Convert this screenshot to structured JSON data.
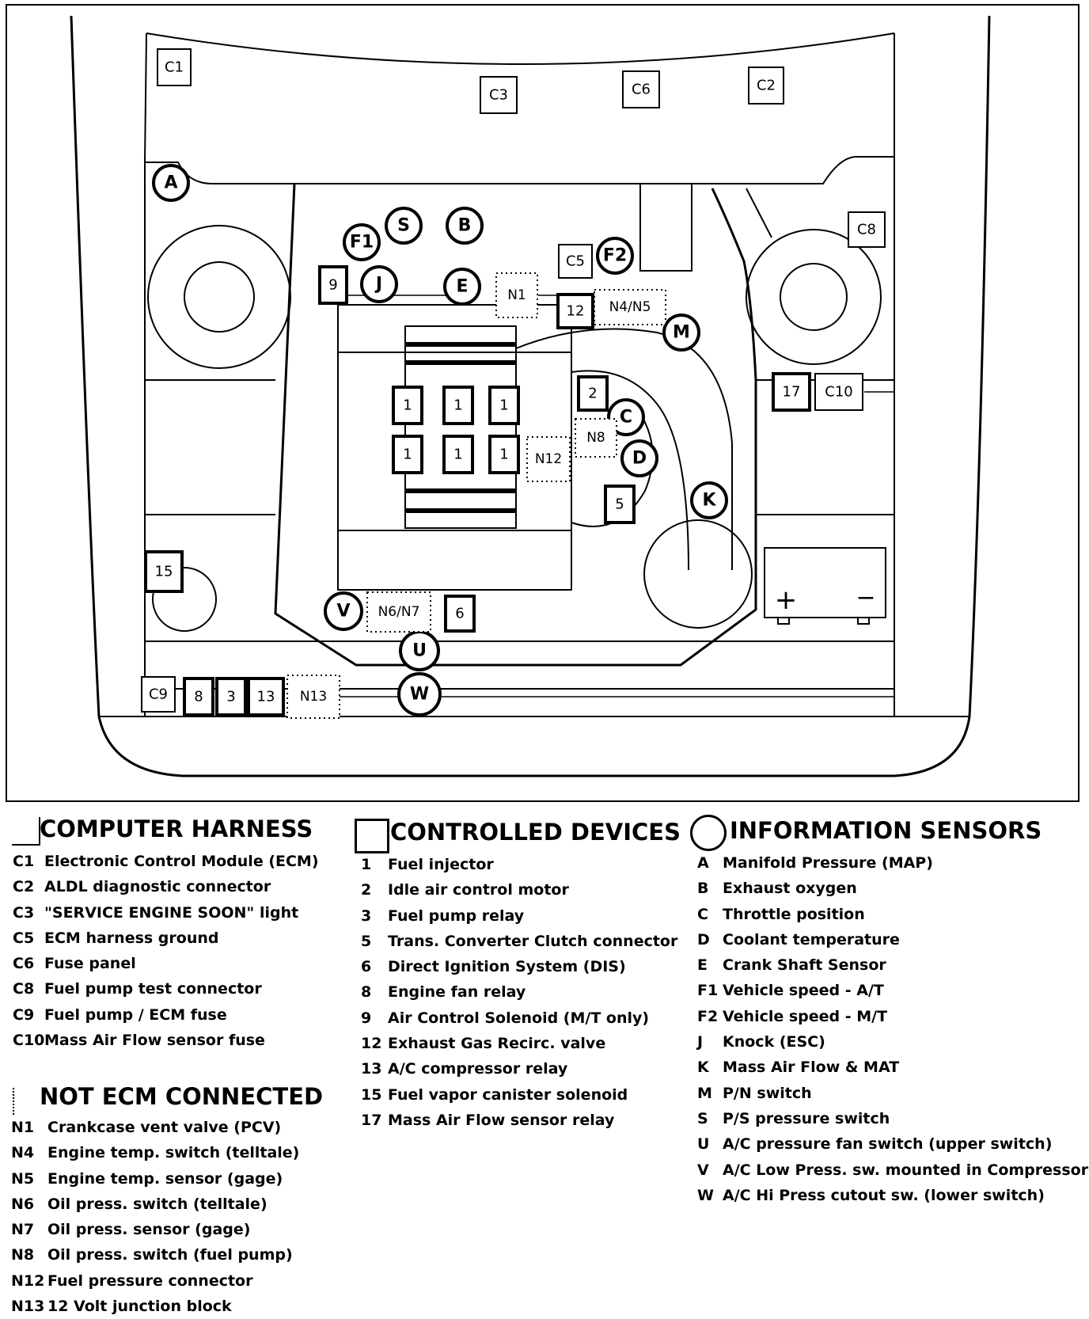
{
  "diagram": {
    "harness_boxes": [
      "C1",
      "C3",
      "C6",
      "C2",
      "C5",
      "C8",
      "C10",
      "C9"
    ],
    "device_boxes": [
      "9",
      "12",
      "2",
      "1",
      "1",
      "1",
      "1",
      "1",
      "1",
      "5",
      "15",
      "6",
      "8",
      "3",
      "13",
      "17"
    ],
    "sensor_circles": [
      "A",
      "S",
      "B",
      "F1",
      "J",
      "E",
      "F2",
      "M",
      "C",
      "D",
      "K",
      "V",
      "U",
      "W"
    ],
    "not_ecm_boxes": [
      "N1",
      "N4/N5",
      "N8",
      "N12",
      "N6/N7",
      "N13"
    ],
    "battery": {
      "plus": "+",
      "minus": "−"
    }
  },
  "legend": {
    "computer_harness": {
      "title": "COMPUTER HARNESS",
      "items": [
        {
          "code": "C1",
          "label": "Electronic Control Module (ECM)"
        },
        {
          "code": "C2",
          "label": "ALDL diagnostic connector"
        },
        {
          "code": "C3",
          "label": "\"SERVICE ENGINE SOON\" light"
        },
        {
          "code": "C5",
          "label": "ECM harness ground"
        },
        {
          "code": "C6",
          "label": "Fuse panel"
        },
        {
          "code": "C8",
          "label": "Fuel pump test connector"
        },
        {
          "code": "C9",
          "label": "Fuel pump / ECM fuse"
        },
        {
          "code": "C10",
          "label": "Mass Air Flow sensor fuse"
        }
      ]
    },
    "not_ecm_connected": {
      "title": "NOT ECM CONNECTED",
      "items": [
        {
          "code": "N1",
          "label": "Crankcase vent valve (PCV)"
        },
        {
          "code": "N4",
          "label": "Engine temp. switch (telltale)"
        },
        {
          "code": "N5",
          "label": "Engine temp. sensor (gage)"
        },
        {
          "code": "N6",
          "label": "Oil press. switch (telltale)"
        },
        {
          "code": "N7",
          "label": "Oil press. sensor (gage)"
        },
        {
          "code": "N8",
          "label": "Oil press. switch (fuel pump)"
        },
        {
          "code": "N12",
          "label": "Fuel pressure connector"
        },
        {
          "code": "N13",
          "label": "12 Volt junction block"
        }
      ]
    },
    "controlled_devices": {
      "title": "CONTROLLED DEVICES",
      "items": [
        {
          "code": "1",
          "label": "Fuel injector"
        },
        {
          "code": "2",
          "label": "Idle air control motor"
        },
        {
          "code": "3",
          "label": "Fuel pump relay"
        },
        {
          "code": "5",
          "label": "Trans. Converter Clutch connector"
        },
        {
          "code": "6",
          "label": "Direct Ignition System (DIS)"
        },
        {
          "code": "8",
          "label": "Engine fan relay"
        },
        {
          "code": "9",
          "label": "Air Control Solenoid (M/T only)"
        },
        {
          "code": "12",
          "label": "Exhaust Gas Recirc. valve"
        },
        {
          "code": "13",
          "label": "A/C compressor relay"
        },
        {
          "code": "15",
          "label": "Fuel vapor canister solenoid"
        },
        {
          "code": "17",
          "label": "Mass Air Flow sensor relay"
        }
      ]
    },
    "information_sensors": {
      "title": "INFORMATION SENSORS",
      "items": [
        {
          "code": "A",
          "label": "Manifold Pressure (MAP)"
        },
        {
          "code": "B",
          "label": "Exhaust oxygen"
        },
        {
          "code": "C",
          "label": "Throttle position"
        },
        {
          "code": "D",
          "label": "Coolant temperature"
        },
        {
          "code": "E",
          "label": "Crank Shaft Sensor"
        },
        {
          "code": "F1",
          "label": "Vehicle speed - A/T"
        },
        {
          "code": "F2",
          "label": "Vehicle speed - M/T"
        },
        {
          "code": "J",
          "label": "Knock (ESC)"
        },
        {
          "code": "K",
          "label": "Mass Air Flow & MAT"
        },
        {
          "code": "M",
          "label": "P/N switch"
        },
        {
          "code": "S",
          "label": "P/S pressure switch"
        },
        {
          "code": "U",
          "label": "A/C pressure fan switch (upper switch)"
        },
        {
          "code": "V",
          "label": "A/C Low Press. sw. mounted in Compressor"
        },
        {
          "code": "W",
          "label": "A/C Hi Press cutout sw. (lower switch)"
        }
      ]
    }
  }
}
